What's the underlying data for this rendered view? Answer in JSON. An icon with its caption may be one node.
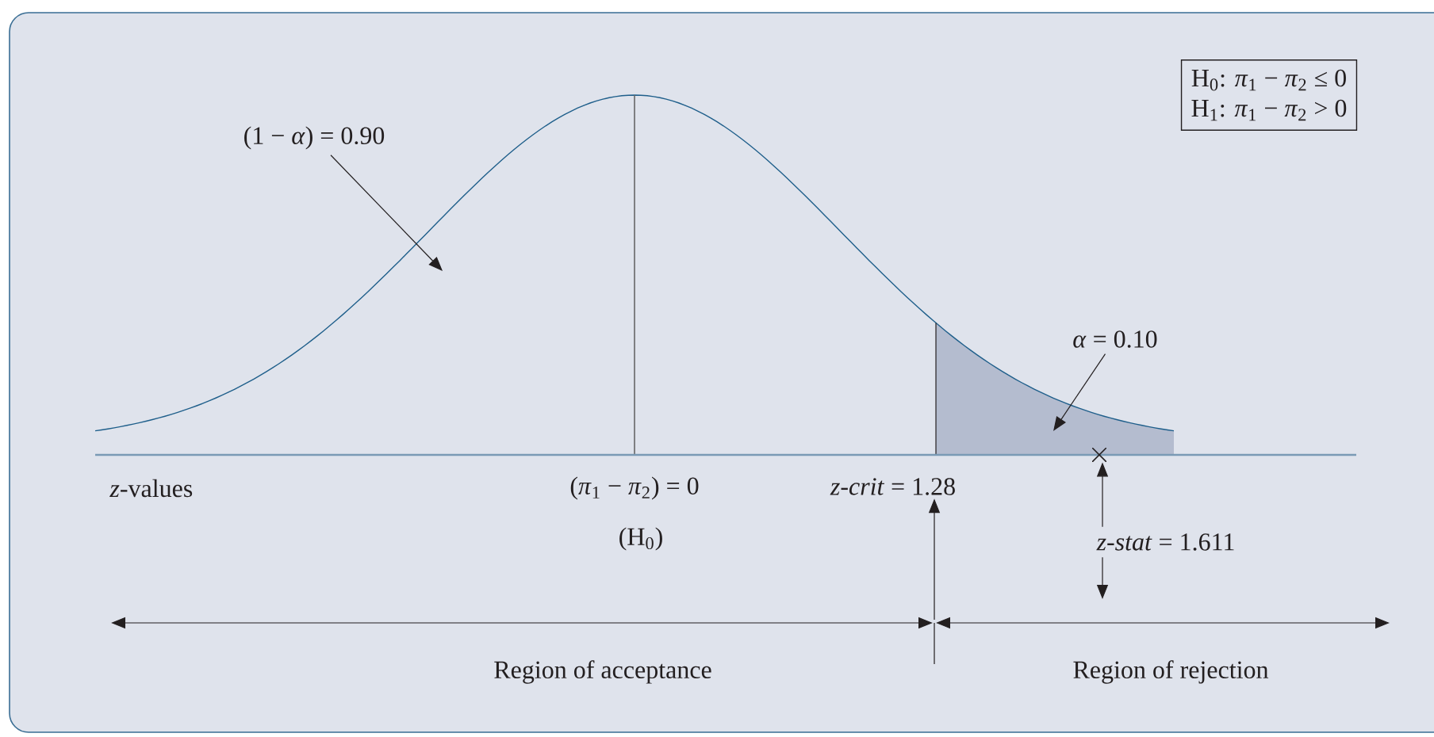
{
  "diagram": {
    "nodes": [
      {
        "text": [
          "H$_{0}$: *π*$_{1}$ − *π*$_{2}$ ≤ 0",
          "H$_{1}$: *π*$_{1}$ − *π*$_{2}$ > 0"
        ]
      },
      {
        "text": [
          "(1 − *α*) = 0.90"
        ]
      },
      {
        "text": [
          "*α* = 0.10"
        ]
      },
      {
        "text": [
          "*z-crit* = 1.28"
        ]
      },
      {
        "text": [
          "*z-stat* = 1.611"
        ]
      },
      {
        "text": [],
        "shape": "cross"
      }
    ],
    "edges": [
      {
        "from": 1,
        "to": null,
        "arrow": "to"
      },
      {
        "from": 2,
        "to": null,
        "arrow": "to"
      },
      {
        "from": null,
        "to": 3,
        "arrow": "to"
      },
      {
        "from": 4,
        "to": 5,
        "arrow": "to"
      },
      {
        "from": 4,
        "to": null,
        "arrow": "to"
      }
    ],
    "labels": [
      "*z*-values",
      "(*π*$_{1}$ − *π*$_{2}$) = 0",
      "(H$_{0}$)",
      "Region of acceptance",
      "Region of rejection"
    ]
  }
}
